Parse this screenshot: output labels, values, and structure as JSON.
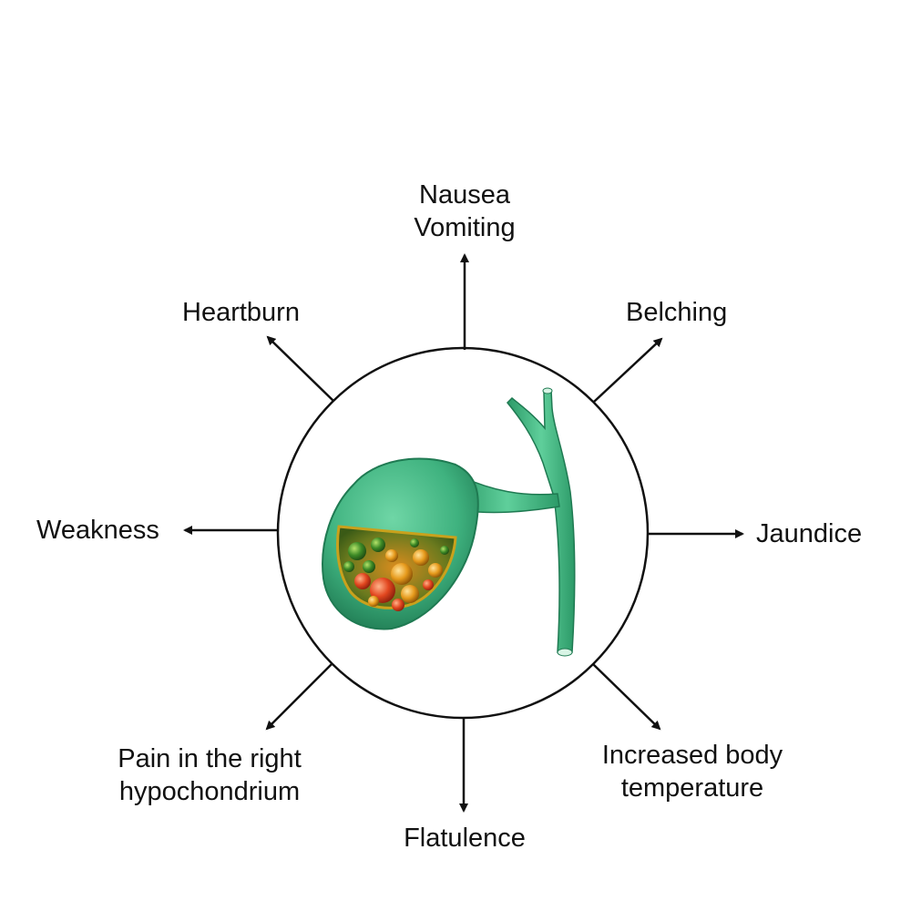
{
  "symptoms": {
    "top": [
      "Nausea",
      "Vomiting"
    ],
    "top_left": "Heartburn",
    "top_right": "Belching",
    "left": "Weakness",
    "right": "Jaundice",
    "bottom_left": [
      "Pain in the right",
      "hypochondrium"
    ],
    "bottom_right": [
      "Increased body",
      "temperature"
    ],
    "bottom": "Flatulence"
  },
  "colors": {
    "outline": "#111111",
    "gallbladder": "#3fb27f",
    "gallbladder_dark": "#1f7a52",
    "stone_red": "#e2471f",
    "stone_orange": "#e69a1c",
    "stone_green": "#3d8a26"
  },
  "icons": {
    "center": "gallbladder-with-stones-icon",
    "arrows": "arrow-icon"
  }
}
